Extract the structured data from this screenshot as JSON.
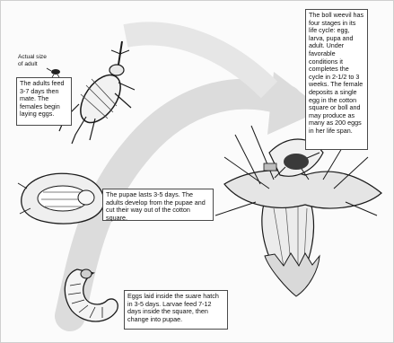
{
  "labels": {
    "actual_size": "Actual size\nof adult"
  },
  "stages": {
    "adult": "The adults feed 3-7 days then mate. The females begin laying eggs.",
    "overview": "The boll weevil has four stages in its life cycle: egg, larva, pupa and adult. Under favorable conditions it completes the cycle in 2-1/2 to 3 weeks. The female deposits a single egg in the cotton square or boll and may produce as many as 200 eggs in her life span.",
    "pupa": "The pupae lasts 3-5 days. The adults develop from the pupae and cut their way out of the cotton square.",
    "egg_larva": "Eggs laid inside the suare hatch in 3-5 days. Larvae feed 7-12 days inside the square, then change into pupae."
  },
  "icons": [
    "weevil-adult",
    "weevil-actual-size",
    "pupa",
    "larva",
    "cotton-square",
    "cycle-arrow"
  ],
  "colors": {
    "arrow": "#dcdcdc",
    "ink": "#1a1a1a",
    "box_border": "#4a4a4a"
  }
}
